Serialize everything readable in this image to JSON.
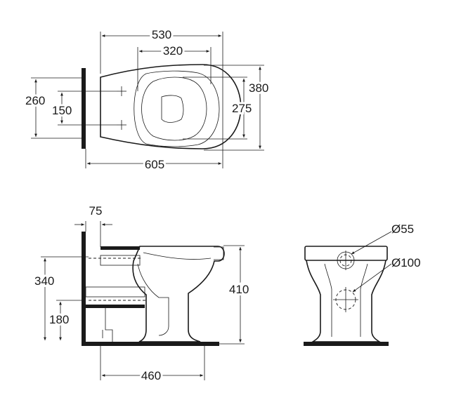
{
  "plan_view": {
    "width_label": "530",
    "seat_width_label": "320",
    "total_width_label": "380",
    "seat_depth_label": "275",
    "outer_height_label": "260",
    "fixing_spacing_label": "150",
    "projection_label": "605"
  },
  "side_view": {
    "wall_offset_label": "75",
    "inlet_height_label": "340",
    "rim_height_label": "410",
    "outlet_height_label": "180",
    "outlet_distance_label": "460"
  },
  "front_view": {
    "inlet_diameter_label": "Ø55",
    "outlet_diameter_label": "Ø100"
  },
  "colors": {
    "line": "#1a1a1a",
    "background": "#ffffff"
  }
}
